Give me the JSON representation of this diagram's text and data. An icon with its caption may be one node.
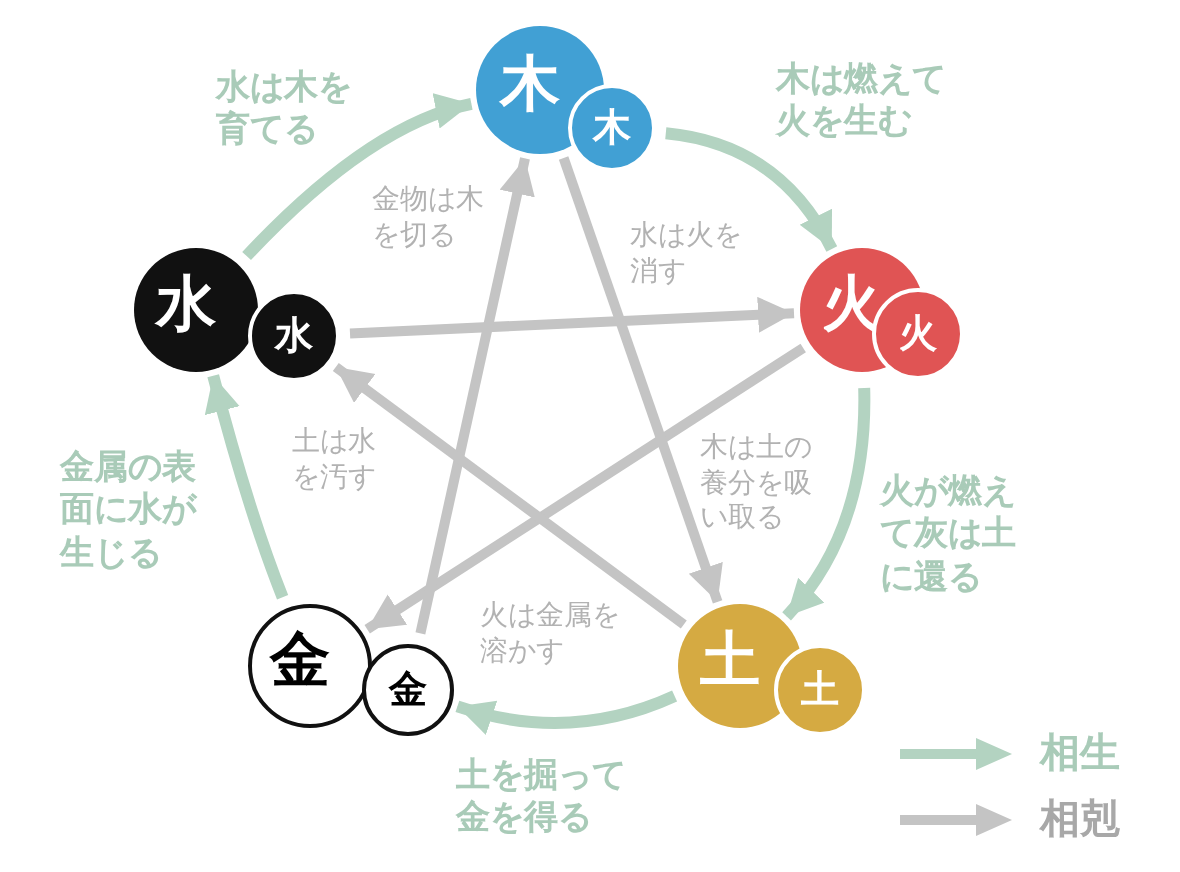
{
  "diagram": {
    "nodes": [
      {
        "text": [
          "木"
        ]
      },
      {
        "text": [
          "木"
        ]
      },
      {
        "text": [
          "水"
        ]
      },
      {
        "text": [
          "水"
        ]
      },
      {
        "text": [
          "火"
        ]
      },
      {
        "text": [
          "火"
        ]
      },
      {
        "text": [
          "金"
        ]
      },
      {
        "text": [
          "金"
        ]
      },
      {
        "text": [
          "土"
        ]
      },
      {
        "text": [
          "土"
        ]
      }
    ],
    "edges": [
      {
        "from": 2,
        "to": 0,
        "arrow": "to",
        "label": "水は木を育てる",
        "color": "#b3d3c1"
      },
      {
        "from": 1,
        "to": 4,
        "arrow": "to",
        "label": "木は燃えて火を生む",
        "color": "#b3d3c1"
      },
      {
        "from": 4,
        "to": 8,
        "arrow": "to",
        "label": "火が燃えて灰は土に還る",
        "color": "#b3d3c1"
      },
      {
        "from": 8,
        "to": 7,
        "arrow": "to",
        "label": "土を掘って金を得る",
        "color": "#b3d3c1"
      },
      {
        "from": 6,
        "to": 2,
        "arrow": "to",
        "label": "金属の表面に水が生じる",
        "color": "#b3d3c1"
      },
      {
        "from": 3,
        "to": 4,
        "arrow": "to",
        "label": "水は火を消す",
        "color": "#c4c4c4"
      },
      {
        "from": 4,
        "to": 6,
        "arrow": "to",
        "label": "火は金属を溶かす",
        "color": "#c4c4c4"
      },
      {
        "from": 7,
        "to": 0,
        "arrow": "to",
        "label": "金物は木を切る",
        "color": "#c4c4c4"
      },
      {
        "from": 0,
        "to": 8,
        "arrow": "to",
        "label": "木は土の養分を吸い取る",
        "color": "#c4c4c4"
      },
      {
        "from": 8,
        "to": 3,
        "arrow": "to",
        "label": "土は水を汚す",
        "color": "#c4c4c4"
      }
    ],
    "legend": [
      {
        "text": "相生"
      },
      {
        "text": "相剋"
      }
    ]
  }
}
